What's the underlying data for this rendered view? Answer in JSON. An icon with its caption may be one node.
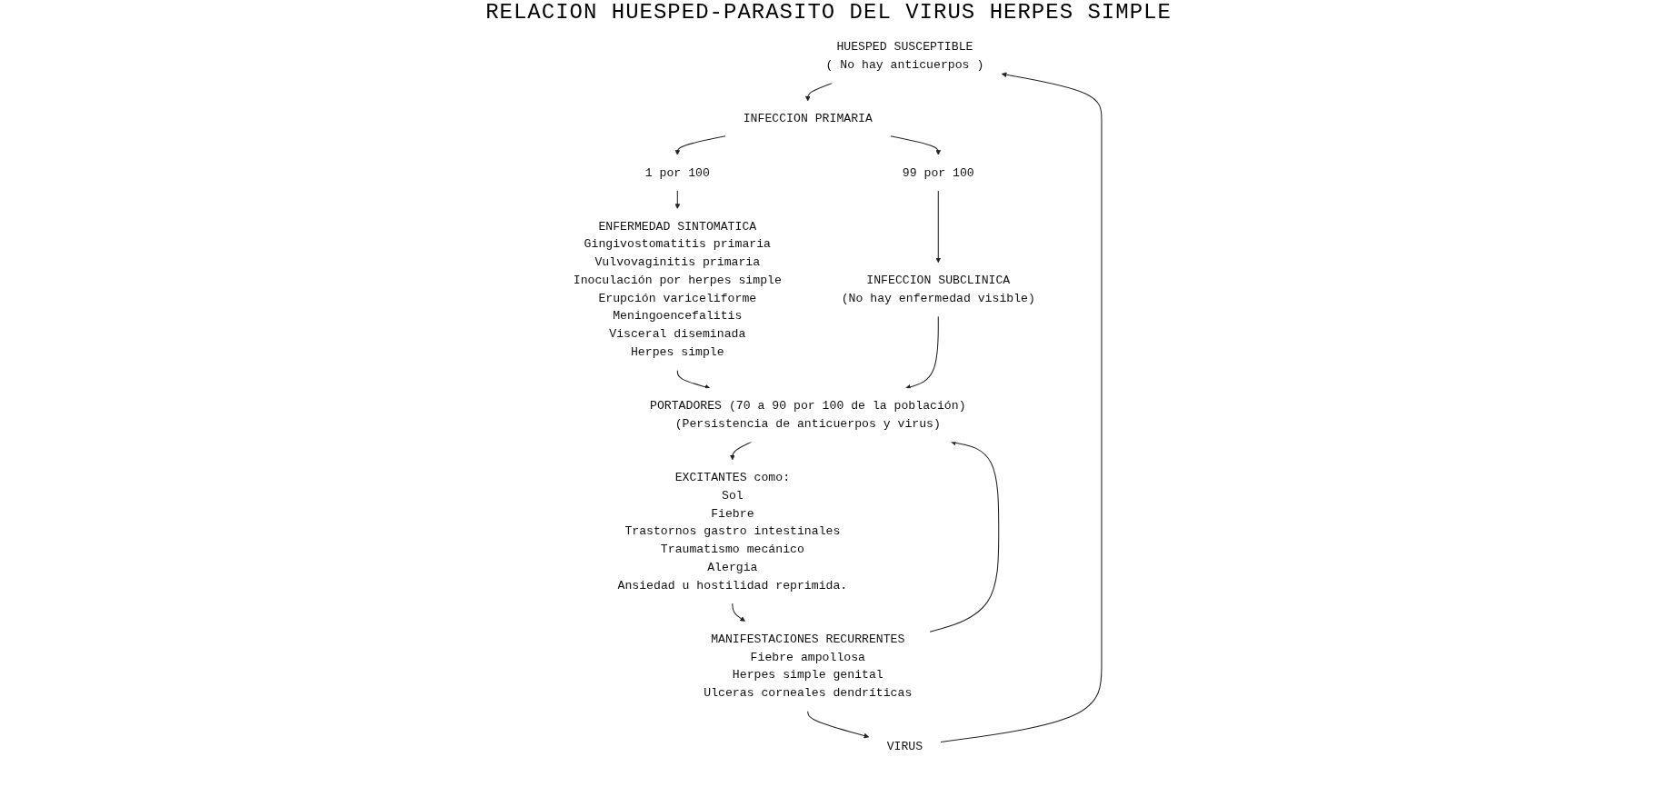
{
  "diagram": {
    "title": "RELACION HUESPED-PARASITO DEL VIRUS HERPES SIMPLE",
    "nodes": [
      {
        "text": [
          "HUESPED SUSCEPTIBLE",
          "( No hay anticuerpos )"
        ]
      },
      {
        "text": [
          "INFECCION PRIMARIA"
        ]
      },
      {
        "text": [
          "1 por 100"
        ]
      },
      {
        "text": [
          "99 por 100"
        ]
      },
      {
        "text": [
          "ENFERMEDAD SINTOMATICA",
          "Gingivostomatitis primaria",
          "Vulvovaginitis primaria",
          "Inoculación por herpes simple",
          "Erupción variceliforme",
          "Meningoencefalitis",
          "Visceral diseminada",
          "Herpes simple"
        ]
      },
      {
        "text": [
          "INFECCION SUBCLINICA",
          "(No hay enfermedad visible)"
        ]
      },
      {
        "text": [
          "PORTADORES (70 a 90 por 100 de la población)",
          "(Persistencia de anticuerpos y virus)"
        ]
      },
      {
        "text": [
          "EXCITANTES como:",
          "Sol",
          "Fiebre",
          "Trastornos gastro intestinales",
          "Traumatismo mecánico",
          "Alergia",
          "Ansiedad u hostilidad reprimida."
        ]
      },
      {
        "text": [
          "MANIFESTACIONES RECURRENTES",
          "Fiebre ampollosa",
          "Herpes simple genital",
          "Ulceras corneales dendríticas"
        ]
      },
      {
        "text": [
          "VIRUS"
        ]
      }
    ],
    "edges": [
      {
        "from": 0,
        "to": 1,
        "arrow": "to"
      },
      {
        "from": 1,
        "to": 2,
        "arrow": "to"
      },
      {
        "from": 1,
        "to": 3,
        "arrow": "to"
      },
      {
        "from": 2,
        "to": 4,
        "arrow": "to"
      },
      {
        "from": 3,
        "to": 5,
        "arrow": "to"
      },
      {
        "from": 4,
        "to": 6,
        "arrow": "to"
      },
      {
        "from": 5,
        "to": 6,
        "arrow": "to"
      },
      {
        "from": 6,
        "to": 7,
        "arrow": "to"
      },
      {
        "from": 7,
        "to": 8,
        "arrow": "to"
      },
      {
        "from": 8,
        "to": 6,
        "arrow": "to"
      },
      {
        "from": 8,
        "to": 9,
        "arrow": "to"
      },
      {
        "from": 9,
        "to": 0,
        "arrow": "to"
      }
    ]
  }
}
